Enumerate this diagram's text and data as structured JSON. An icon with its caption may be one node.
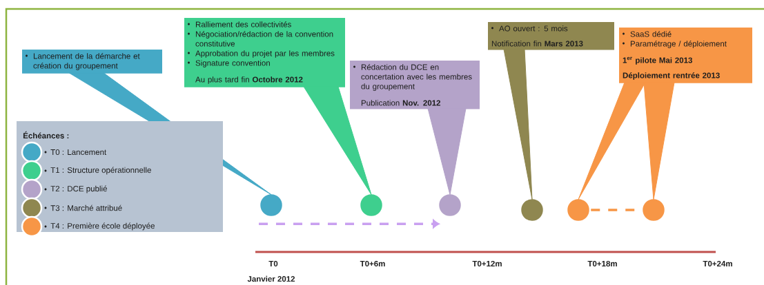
{
  "diagram": {
    "nodes": [
      {
        "text": [
          "Lancement de la démarche  et création du groupement"
        ]
      },
      {
        "text": [
          "Ralliement des collectivités",
          "Négociation/rédaction de la convention constitutive",
          "Approbation du projet par les membres",
          "Signature convention",
          "Au plus tard fin **Octobre 2012**"
        ]
      },
      {
        "text": [
          "Rédaction du DCE en concertation avec les membres du groupement",
          "Publication **Nov. 2012**"
        ]
      },
      {
        "text": [
          "AO ouvert : 5 mois",
          "Notification fin **Mars 2013**"
        ]
      },
      {
        "text": [
          "SaaS dédié",
          "Paramétrage / déploiement",
          "1$^{er}$ pilote Mai 2013",
          "Déploiement rentrée 2013"
        ]
      },
      {
        "text": [],
        "shape": "circle"
      },
      {
        "text": [],
        "shape": "circle"
      },
      {
        "text": [],
        "shape": "circle"
      },
      {
        "text": [],
        "shape": "circle"
      },
      {
        "text": [],
        "shape": "circle"
      },
      {
        "text": [],
        "shape": "circle"
      }
    ],
    "edges": [
      {
        "from": 0,
        "to": 5,
        "arrow": "none",
        "color": "#45a9c6"
      },
      {
        "from": 1,
        "to": 6,
        "arrow": "none",
        "color": "#3ecf8e"
      },
      {
        "from": 2,
        "to": 7,
        "arrow": "none",
        "color": "#b4a3c9"
      },
      {
        "from": 3,
        "to": 8,
        "arrow": "none",
        "color": "#8f8750"
      },
      {
        "from": 4,
        "to": 9,
        "arrow": "none",
        "color": "#f79646"
      },
      {
        "from": 4,
        "to": 10,
        "arrow": "none",
        "color": "#f79646"
      },
      {
        "from": 5,
        "to": 7,
        "arrow": "to",
        "style": "dashed",
        "color": "#c9a0f0"
      },
      {
        "from": 9,
        "to": 10,
        "arrow": "none",
        "style": "dashed",
        "color": "#f79646"
      }
    ],
    "labels": [
      "Échéances :",
      "T0",
      "Janvier 2012",
      "T0+6m",
      "T0+12m",
      "T0+18m",
      "T0+24m"
    ],
    "legend": [
      {
        "text": "T0 : Lancement",
        "color": "#45a9c6"
      },
      {
        "text": "T1 : Structure opérationnelle",
        "color": "#3ecf8e"
      },
      {
        "text": "T2 : DCE publié",
        "color": "#b4a3c9"
      },
      {
        "text": "T3 : Marché attribué",
        "color": "#8f8750"
      },
      {
        "text": "T4 : Première école déployée",
        "color": "#f79646"
      }
    ]
  }
}
